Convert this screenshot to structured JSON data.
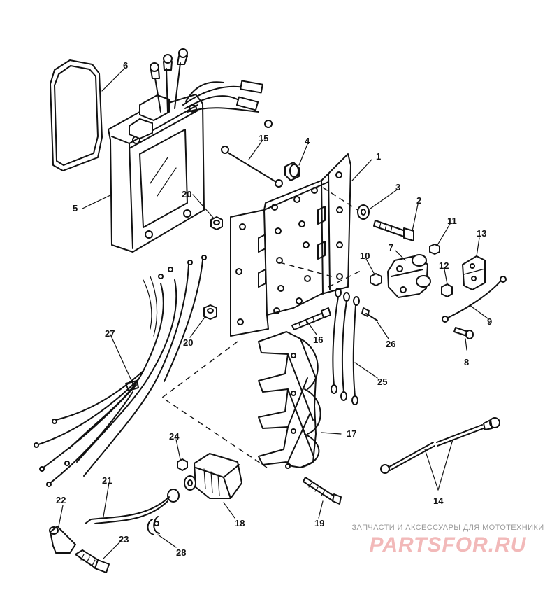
{
  "diagram": {
    "callouts": [
      {
        "id": "1",
        "label": "1"
      },
      {
        "id": "2",
        "label": "2"
      },
      {
        "id": "3",
        "label": "3"
      },
      {
        "id": "4",
        "label": "4"
      },
      {
        "id": "5",
        "label": "5"
      },
      {
        "id": "6",
        "label": "6"
      },
      {
        "id": "7",
        "label": "7"
      },
      {
        "id": "8",
        "label": "8"
      },
      {
        "id": "9",
        "label": "9"
      },
      {
        "id": "10",
        "label": "10"
      },
      {
        "id": "11",
        "label": "11"
      },
      {
        "id": "12",
        "label": "12"
      },
      {
        "id": "13",
        "label": "13"
      },
      {
        "id": "14",
        "label": "14"
      },
      {
        "id": "15",
        "label": "15"
      },
      {
        "id": "16",
        "label": "16"
      },
      {
        "id": "17",
        "label": "17"
      },
      {
        "id": "18",
        "label": "18"
      },
      {
        "id": "19",
        "label": "19"
      },
      {
        "id": "20a",
        "label": "20"
      },
      {
        "id": "20b",
        "label": "20"
      },
      {
        "id": "21",
        "label": "21"
      },
      {
        "id": "22",
        "label": "22"
      },
      {
        "id": "23",
        "label": "23"
      },
      {
        "id": "24",
        "label": "24"
      },
      {
        "id": "25",
        "label": "25"
      },
      {
        "id": "26",
        "label": "26"
      },
      {
        "id": "27",
        "label": "27"
      },
      {
        "id": "28",
        "label": "28"
      }
    ]
  },
  "watermark": {
    "tagline": "ЗАПЧАСТИ И АКСЕССУАРЫ ДЛЯ МОТОТЕХНИКИ",
    "brand": "PARTSFOR.RU",
    "brand_color": "#f2b9b9"
  }
}
